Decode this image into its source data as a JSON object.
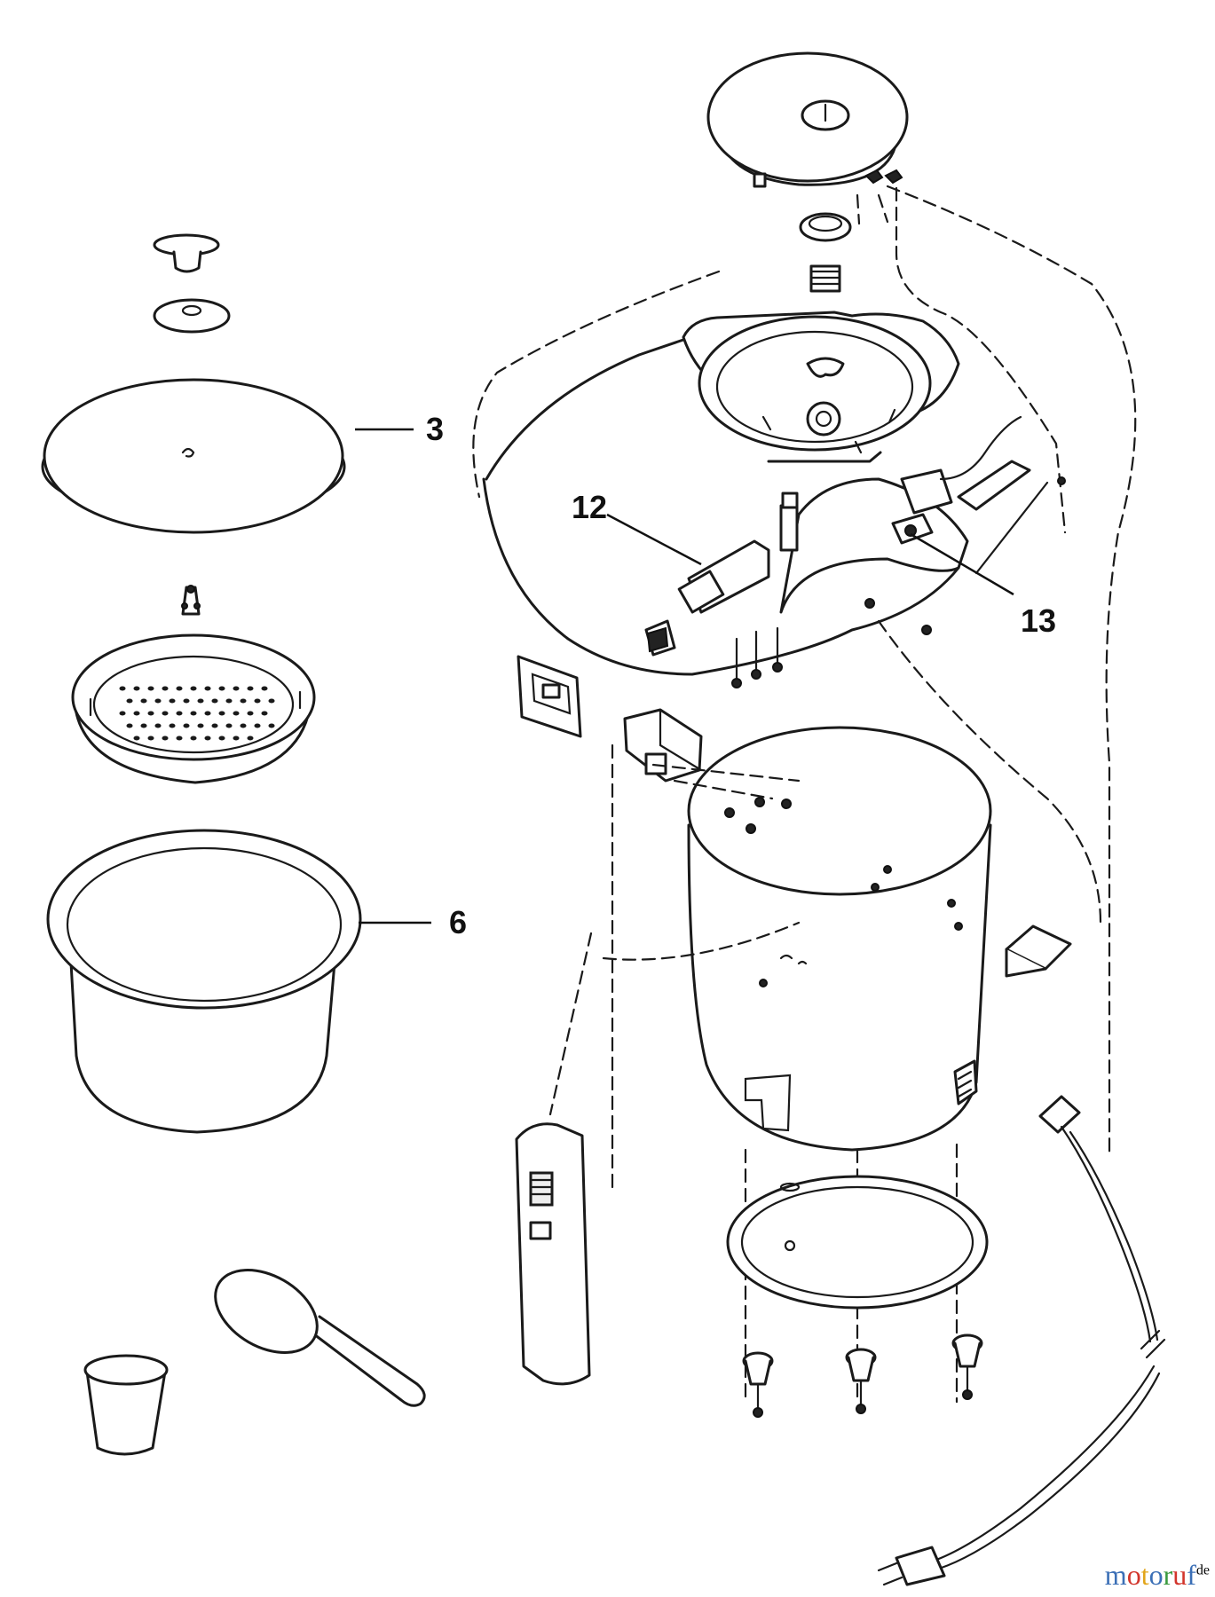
{
  "callouts": [
    {
      "id": "3",
      "label": "3"
    },
    {
      "id": "6",
      "label": "6"
    },
    {
      "id": "12",
      "label": "12"
    },
    {
      "id": "13",
      "label": "13"
    }
  ],
  "watermark": {
    "brand": "motoruf",
    "tld": "de",
    "colors": [
      "#3b6fb6",
      "#d2352c",
      "#e2a51b",
      "#3b6fb6",
      "#3a9a3f",
      "#d2352c",
      "#3b6fb6"
    ]
  }
}
